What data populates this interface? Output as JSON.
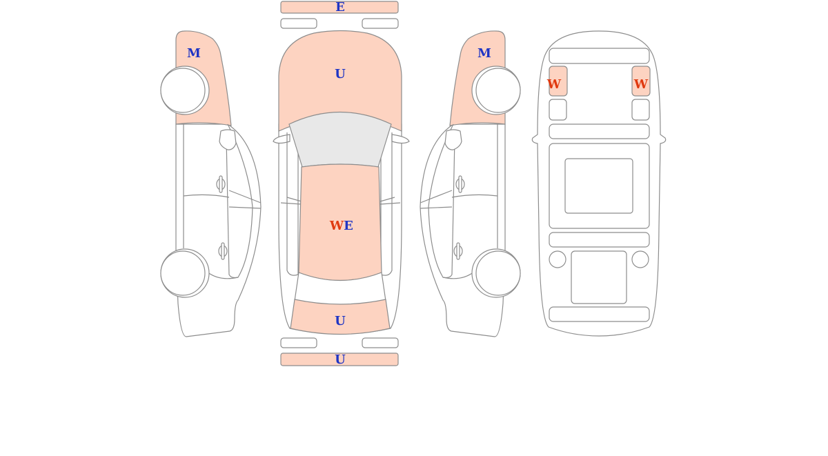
{
  "colors": {
    "damage_fill": "#fdd3c1",
    "outline": "#8c8c8c",
    "glass": "#e8e8e8",
    "code_blue": "#1f35c4",
    "code_red": "#e03a10"
  },
  "labels": {
    "front_bumper": "E",
    "hood": "U",
    "roof_w": "W",
    "roof_e": "E",
    "trunk": "U",
    "rear_bumper": "U",
    "left_front_fender": "M",
    "right_front_fender": "M",
    "underside_left": "W",
    "underside_right": "W"
  }
}
